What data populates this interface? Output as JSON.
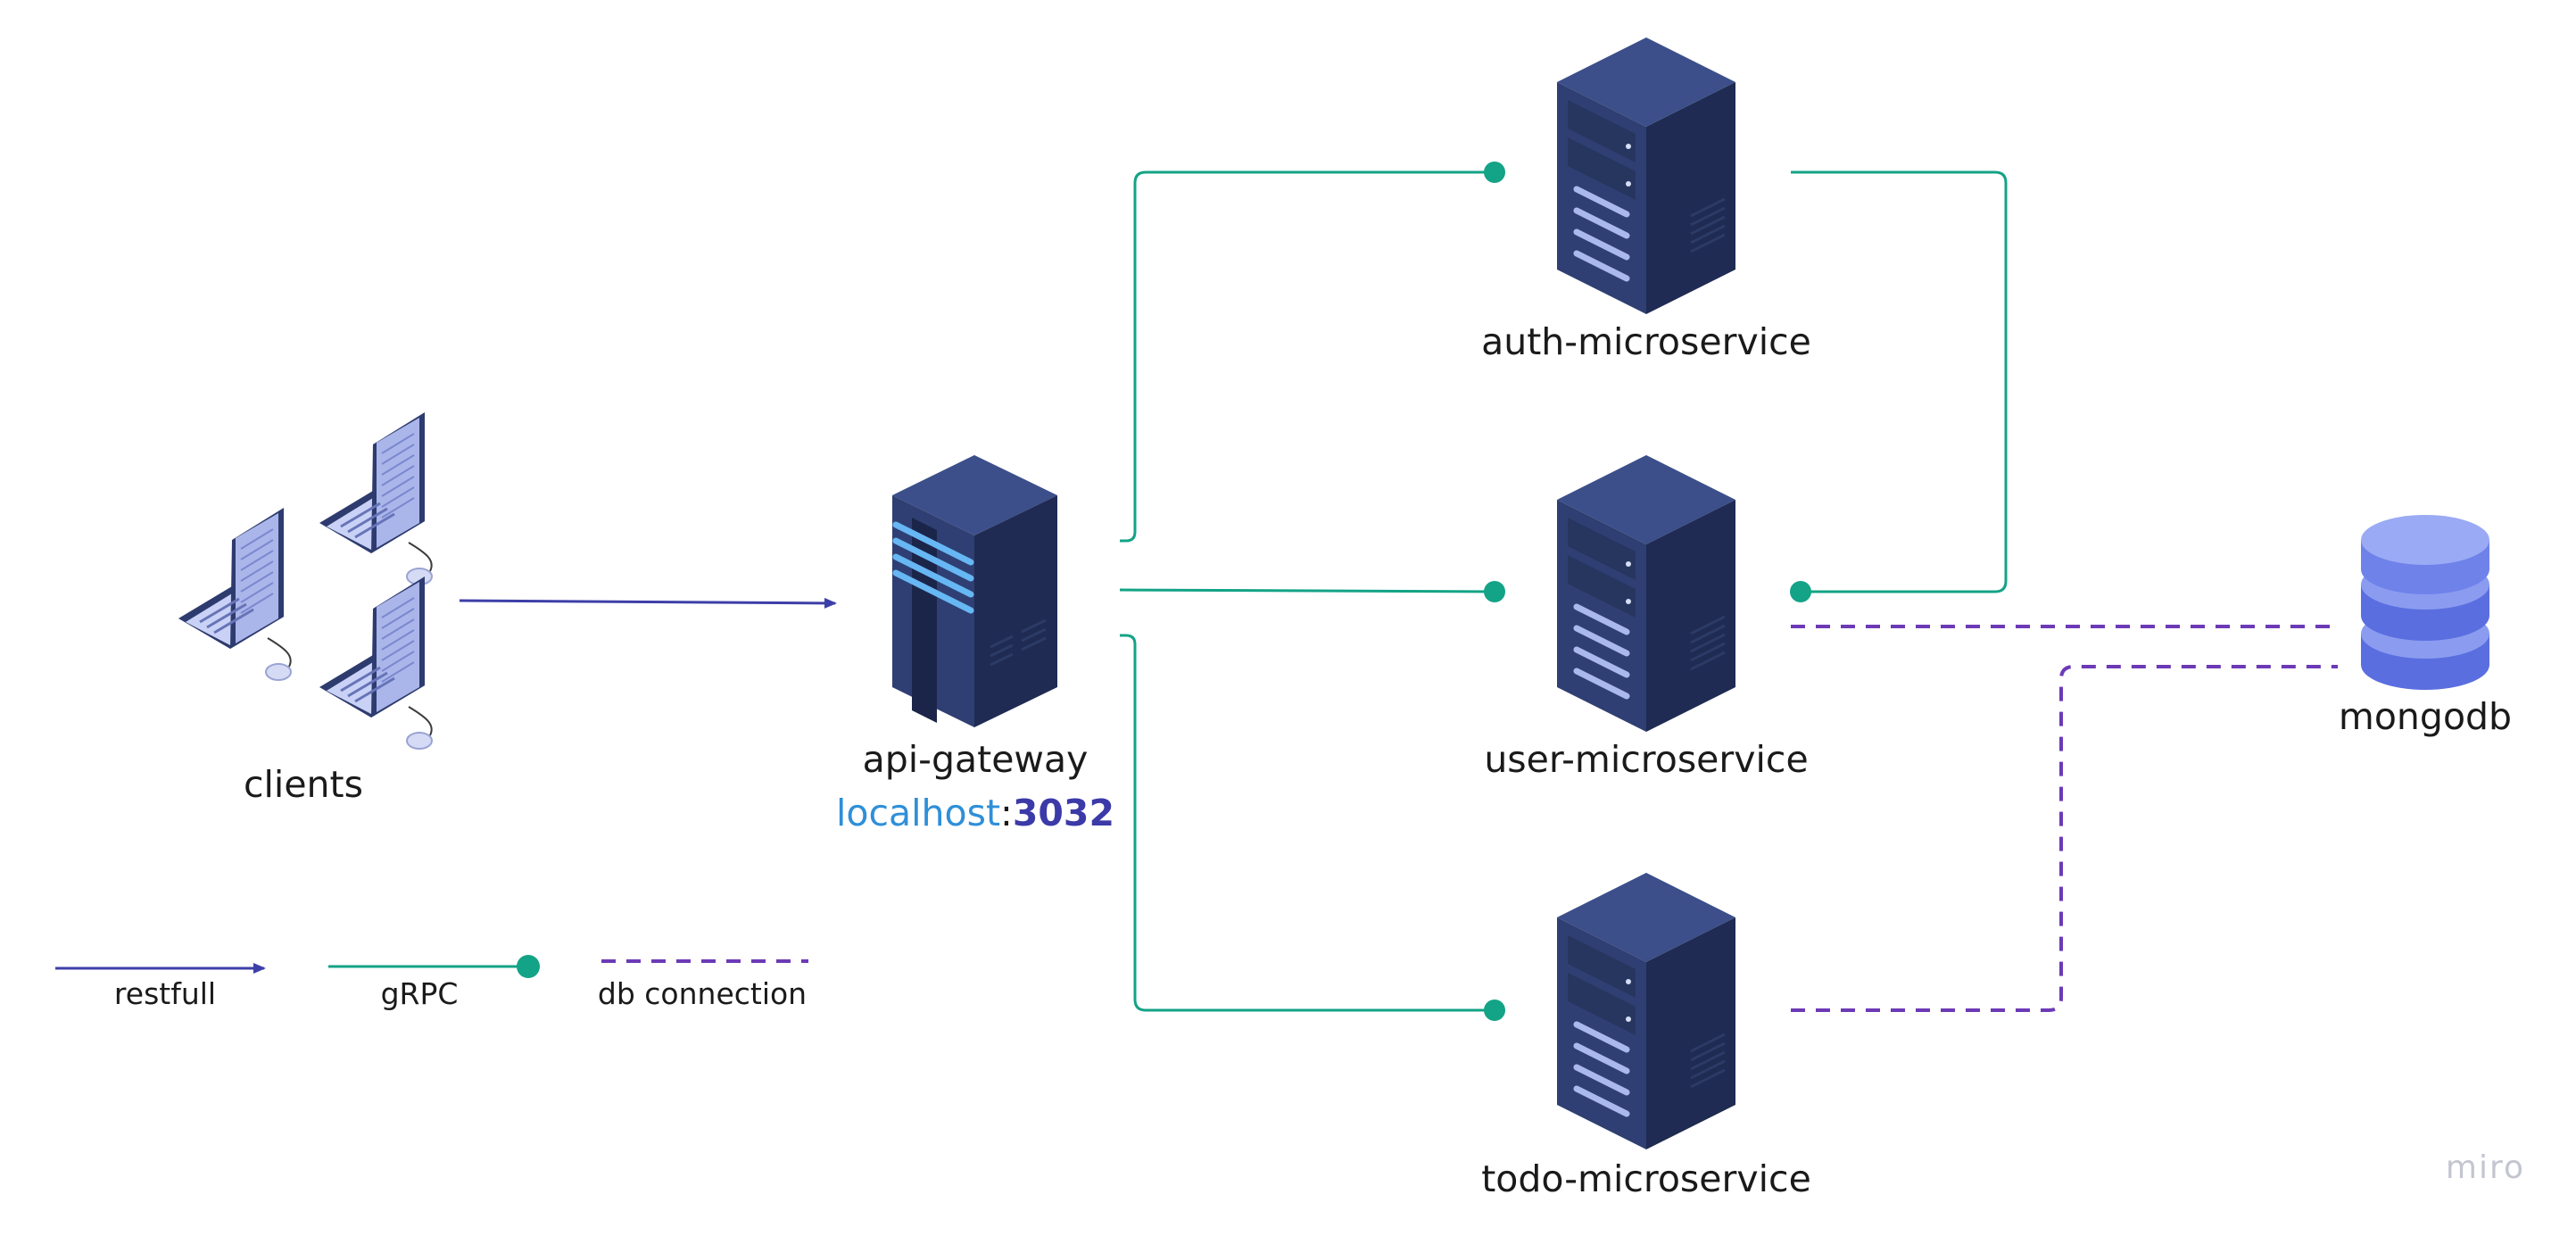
{
  "nodes": {
    "clients": {
      "label": "clients"
    },
    "api_gateway": {
      "label": "api-gateway",
      "host": "localhost",
      "sep": ":",
      "port": "3032"
    },
    "auth": {
      "label": "auth-microservice"
    },
    "user": {
      "label": "user-microservice"
    },
    "todo": {
      "label": "todo-microservice"
    },
    "mongodb": {
      "label": "mongodb"
    }
  },
  "legend": {
    "restfull": "restfull",
    "grpc": "gRPC",
    "db": "db connection"
  },
  "watermark": "miro",
  "colors": {
    "restfull": "#3d3fa8",
    "grpc": "#13a386",
    "db": "#6c3ab6",
    "server_front": "#2f3f73",
    "server_side": "#1f2b52",
    "server_top": "#3c4f8a",
    "database": "#7f92ea",
    "localhost": "#2f8fd8",
    "port": "#3b3aa8"
  },
  "icons": [
    "laptop-icon",
    "server-icon",
    "database-icon"
  ]
}
